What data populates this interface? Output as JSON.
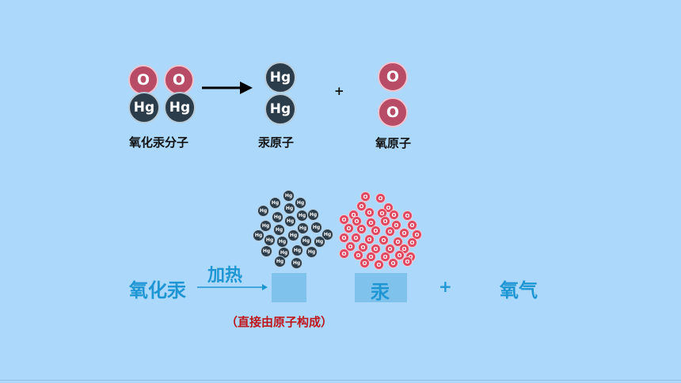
{
  "symbols": {
    "hg": "Hg",
    "o": "O"
  },
  "labels": {
    "mercury_oxide_molecule": "氧化汞分子",
    "mercury_atom": "汞原子",
    "oxygen_atom": "氧原子",
    "plus_small": "+"
  },
  "equation": {
    "reactant": "氧化汞",
    "condition": "加热",
    "product_mercury": "汞",
    "plus": "+",
    "product_oxygen": "氧气",
    "note": "（直接由原子构成）"
  },
  "colors": {
    "background": "#acd9fb",
    "mercury_atom": "#2b3c4a",
    "oxygen_atom": "#b84b66",
    "equation_text": "#1f96d4",
    "highlight_box": "#7fc3ec",
    "note_text": "#c0161b"
  }
}
